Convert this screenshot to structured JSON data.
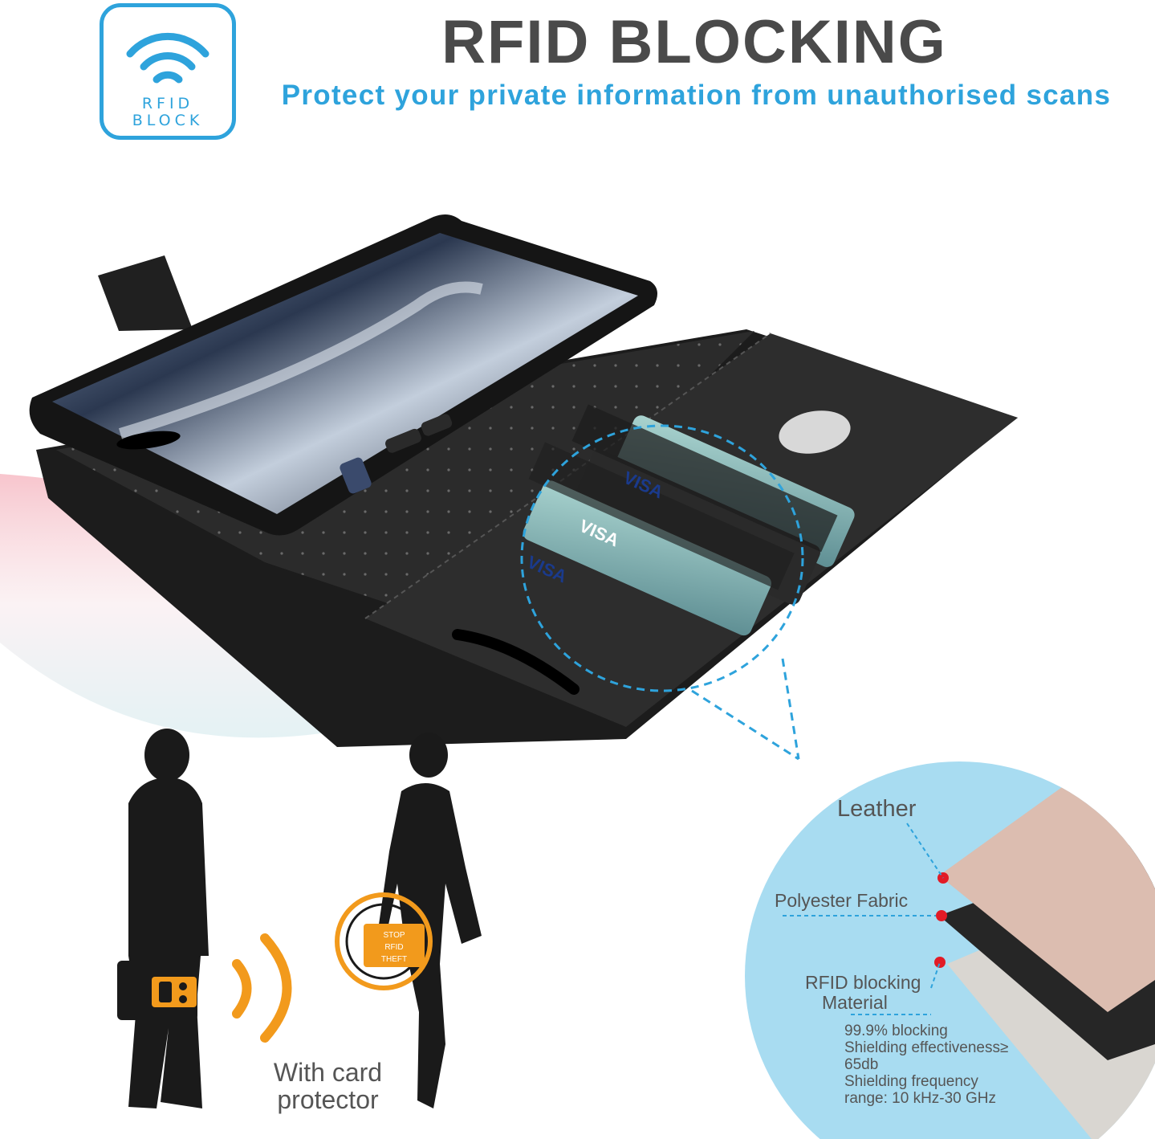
{
  "badge": {
    "line1": "RFID",
    "line2": "BLOCK"
  },
  "header": {
    "title": "RFID BLOCKING",
    "subtitle": "Protect your private information from unauthorised scans"
  },
  "illustration": {
    "card_protector_caption": "With card protector",
    "stop_sign": {
      "line1": "STOP",
      "line2": "RFID",
      "line3": "THEFT"
    }
  },
  "layers": {
    "leather": "Leather",
    "polyester": "Polyester Fabric",
    "rfid_material_line1": "RFID blocking",
    "rfid_material_line2": "Material"
  },
  "specs": [
    "99.9% blocking",
    "Shielding effectiveness≥",
    "65db",
    "Shielding frequency",
    "range: 10 kHz-30 GHz"
  ],
  "card_text": "VISA",
  "colors": {
    "accent_blue": "#2ea3dc",
    "heading_gray": "#4a4a4a",
    "wallet_black": "#1c1c1c",
    "leather_pink": "#dcbdb0",
    "signal_orange": "#f29a1c",
    "marker_red": "#e21b26",
    "zoom_circle": "#a8dcf1"
  }
}
